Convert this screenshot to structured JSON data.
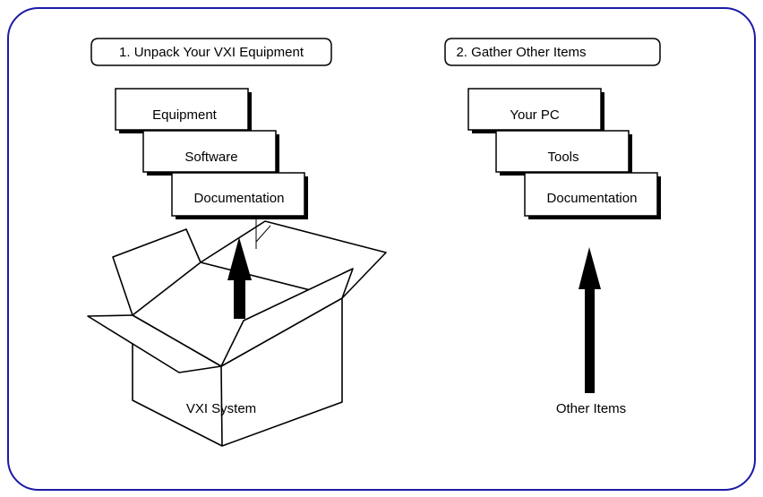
{
  "colors": {
    "frame": "#1a1aa6",
    "ink": "#000000",
    "paper": "#ffffff"
  },
  "steps": [
    {
      "label": "1. Unpack Your VXI Equipment",
      "items": [
        "Equipment",
        "Software",
        "Documentation"
      ],
      "source": "VXI System",
      "source_icon": "open-box-icon",
      "arrow_icon": "up-arrow-icon"
    },
    {
      "label": "2. Gather Other Items",
      "items": [
        "Your PC",
        "Tools",
        "Documentation"
      ],
      "source": "Other Items",
      "arrow_icon": "up-arrow-icon"
    }
  ]
}
